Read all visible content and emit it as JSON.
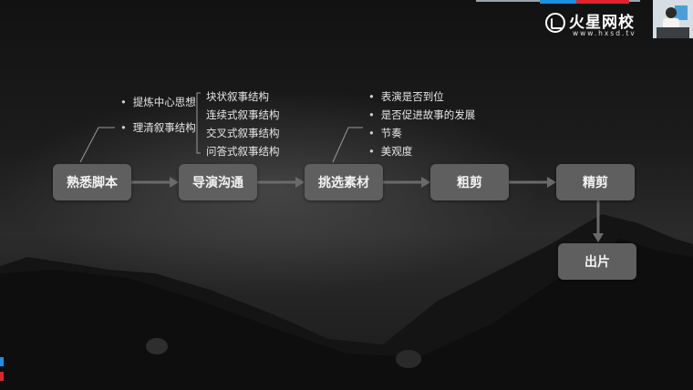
{
  "logo": {
    "name_cn": "火星网校",
    "url": "www.hxsd.tv"
  },
  "flow": {
    "steps": [
      "熟悉脚本",
      "导演沟通",
      "挑选素材",
      "粗剪",
      "精剪"
    ],
    "final_step": "出片"
  },
  "notes": {
    "script_points": [
      "提炼中心思想",
      "理清叙事结构"
    ],
    "structures": [
      "块状叙事结构",
      "连续式叙事结构",
      "交叉式叙事结构",
      "问答式叙事结构"
    ],
    "selection_points": [
      "表演是否到位",
      "是否促进故事的发展",
      "节奏",
      "美观度"
    ]
  },
  "colors": {
    "box": "#5f5f5f",
    "arrow": "#6a6a6a",
    "accent_red": "#e0242b",
    "accent_blue": "#1f8fe0"
  }
}
